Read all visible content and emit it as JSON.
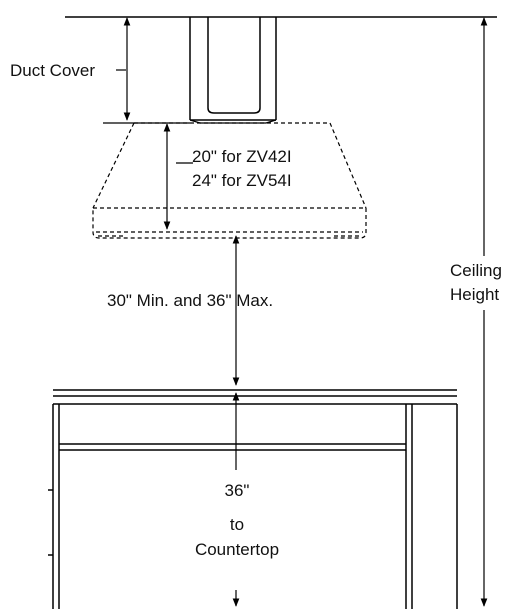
{
  "labels": {
    "duct_cover": "Duct Cover",
    "hood_height_line1": "20\" for ZV42I",
    "hood_height_line2": "24\" for ZV54I",
    "clearance": "30\" Min. and 36\" Max.",
    "ceiling_line1": "Ceiling",
    "ceiling_line2": "Height",
    "counter_line1": "36\"",
    "counter_line2": "to",
    "counter_line3": "Countertop"
  }
}
